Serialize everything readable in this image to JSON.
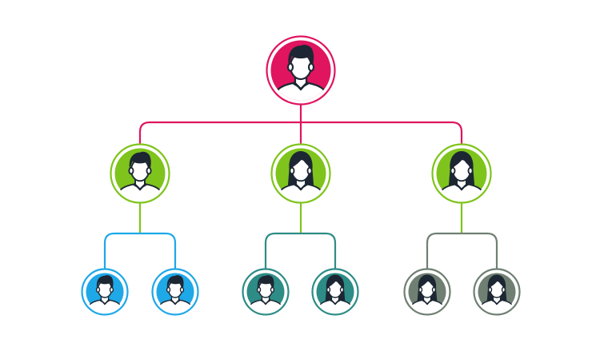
{
  "colors": {
    "ceo": "#e0145f",
    "manager": "#7fc41c",
    "team_a": "#1ea8e8",
    "team_b": "#2d8c86",
    "team_c": "#6f7f72",
    "outline": "#1c2733",
    "background": "#ffffff"
  },
  "nodes": [
    {
      "id": "ceo",
      "level": 0,
      "parent": null,
      "gender": "male",
      "color_key": "ceo",
      "icon": "male-avatar-icon"
    },
    {
      "id": "mgr-1",
      "level": 1,
      "parent": "ceo",
      "gender": "male",
      "color_key": "manager",
      "icon": "male-avatar-icon"
    },
    {
      "id": "mgr-2",
      "level": 1,
      "parent": "ceo",
      "gender": "female",
      "color_key": "manager",
      "icon": "female-avatar-icon"
    },
    {
      "id": "mgr-3",
      "level": 1,
      "parent": "ceo",
      "gender": "female",
      "color_key": "manager",
      "icon": "female-avatar-icon"
    },
    {
      "id": "staff-1",
      "level": 2,
      "parent": "mgr-1",
      "gender": "male",
      "color_key": "team_a",
      "icon": "male-avatar-icon"
    },
    {
      "id": "staff-2",
      "level": 2,
      "parent": "mgr-1",
      "gender": "male",
      "color_key": "team_a",
      "icon": "male-avatar-icon"
    },
    {
      "id": "staff-3",
      "level": 2,
      "parent": "mgr-2",
      "gender": "male",
      "color_key": "team_b",
      "icon": "male-avatar-icon"
    },
    {
      "id": "staff-4",
      "level": 2,
      "parent": "mgr-2",
      "gender": "female",
      "color_key": "team_b",
      "icon": "female-avatar-icon"
    },
    {
      "id": "staff-5",
      "level": 2,
      "parent": "mgr-3",
      "gender": "female",
      "color_key": "team_c",
      "icon": "female-avatar-icon"
    },
    {
      "id": "staff-6",
      "level": 2,
      "parent": "mgr-3",
      "gender": "female",
      "color_key": "team_c",
      "icon": "female-avatar-icon"
    }
  ]
}
